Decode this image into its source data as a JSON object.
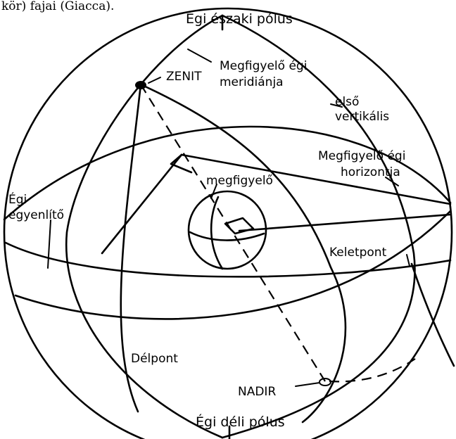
{
  "labels": {
    "top_caption_fragment": "kör) fajai (Giacca).",
    "north_pole": "Égi északi pólus",
    "observer_meridian_line1": "Megfigyelő égi",
    "observer_meridian_line2": "meridiánja",
    "zenith": "ZENIT",
    "prime_vertical_line1": "első",
    "prime_vertical_line2": "vertikális",
    "horizon_line1": "Megfigyelő égi",
    "horizon_line2": "horizontja",
    "observer": "megfigyelő",
    "equator_line1": "Égi",
    "equator_line2": "egyenlítő",
    "east_point": "Keletpont",
    "south_point": "Délpont",
    "nadir": "NADIR",
    "south_pole": "Égi déli pólus"
  }
}
